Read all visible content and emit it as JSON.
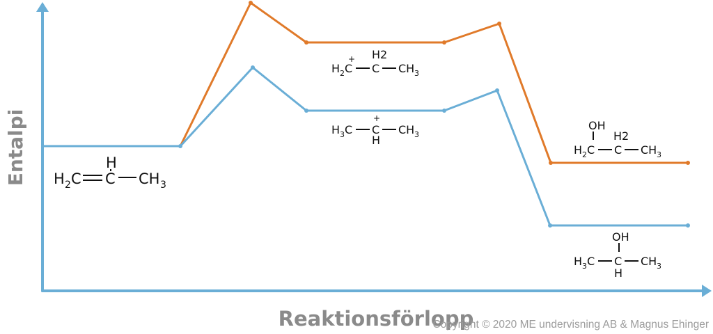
{
  "axes": {
    "y_label": "Entalpi",
    "x_label": "Reaktionsförlopp",
    "color": "#6aaed6"
  },
  "paths": {
    "orange_color": "#e07a2a",
    "blue_color": "#6aaed6"
  },
  "molecules": {
    "reactant": {
      "h_top": "H",
      "left": "H",
      "left_sub": "2",
      "left_c": "C",
      "center": "C",
      "right": "CH",
      "right_sub": "3"
    },
    "primary_carbocation": {
      "plus": "+",
      "h_top": "H",
      "h_top_sub": "2",
      "left": "H",
      "left_sub": "2",
      "left_c": "C",
      "center": "C",
      "right": "CH",
      "right_sub": "3"
    },
    "secondary_carbocation": {
      "plus": "+",
      "left": "H",
      "left_sub": "3",
      "left_c": "C",
      "center": "C",
      "right": "CH",
      "right_sub": "3",
      "h_bottom": "H"
    },
    "propan1ol": {
      "oh": "OH",
      "h_top": "H",
      "h_top_sub": "2",
      "left": "H",
      "left_sub": "2",
      "left_c": "C",
      "center": "C",
      "right": "CH",
      "right_sub": "3"
    },
    "propan2ol": {
      "oh": "OH",
      "left": "H",
      "left_sub": "3",
      "left_c": "C",
      "center": "C",
      "right": "CH",
      "right_sub": "3",
      "h_bottom": "H"
    }
  },
  "copyright": "Copyright © 2020 ME undervisning AB & Magnus Ehinger"
}
